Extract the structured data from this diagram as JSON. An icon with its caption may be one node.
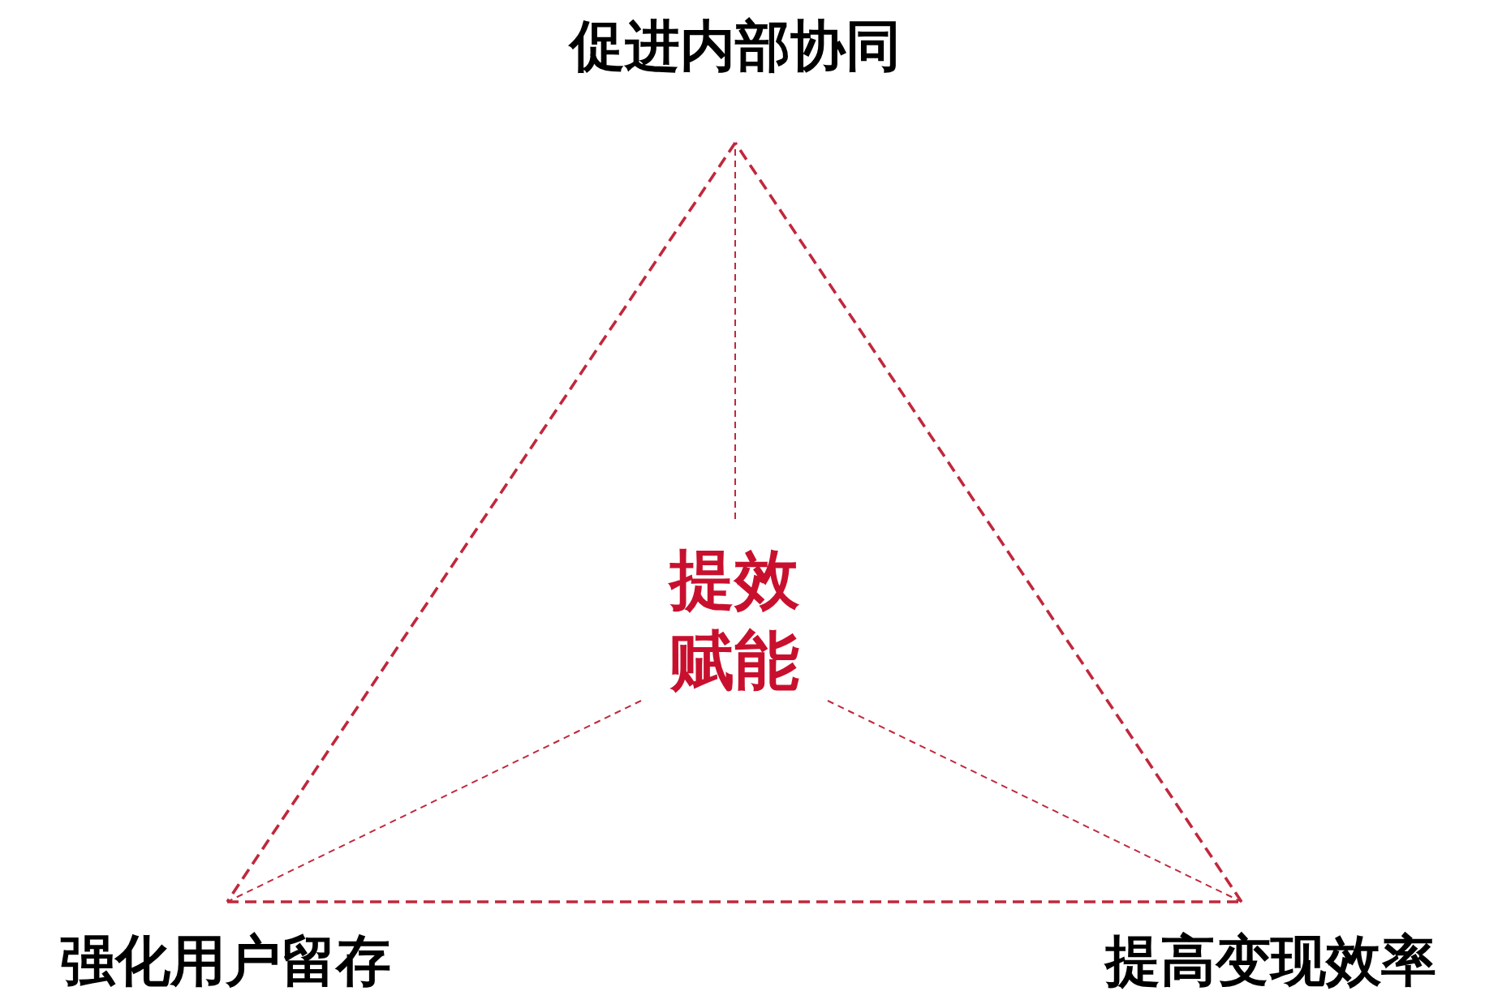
{
  "diagram": {
    "nodes": [
      {
        "text": [
          "促进内部协同"
        ]
      },
      {
        "text": [
          "强化用户留存"
        ]
      },
      {
        "text": [
          "提高变现效率"
        ]
      },
      {
        "text": [
          "提效赋能"
        ]
      }
    ],
    "edges": [
      {
        "from": 0,
        "to": 1,
        "arrow": "none",
        "style": "dashed"
      },
      {
        "from": 1,
        "to": 2,
        "arrow": "none",
        "style": "dashed"
      },
      {
        "from": 2,
        "to": 0,
        "arrow": "none",
        "style": "dashed"
      },
      {
        "from": 3,
        "to": 0,
        "arrow": "none",
        "style": "dashed"
      },
      {
        "from": 3,
        "to": 1,
        "arrow": "none",
        "style": "dashed"
      },
      {
        "from": 3,
        "to": 2,
        "arrow": "none",
        "style": "dashed"
      }
    ]
  }
}
